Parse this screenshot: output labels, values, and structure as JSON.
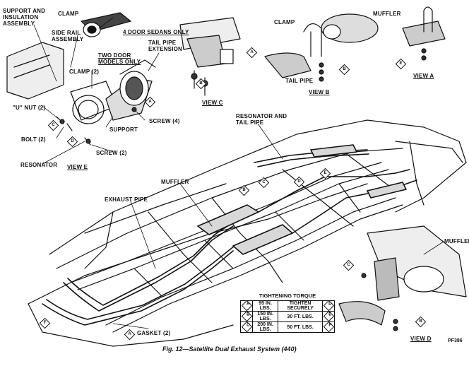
{
  "labels": {
    "support_insulation": "SUPPORT AND\nINSULATION\nASSEMBLY",
    "clamp_top": "CLAMP",
    "side_rail": "SIDE RAIL\nASSEMBLY",
    "four_door": "4 DOOR SEDANS ONLY",
    "two_door": "TWO DOOR\nMODELS ONLY",
    "tail_pipe_ext": "TAIL PIPE\nEXTENSION",
    "clamp2": "CLAMP (2)",
    "u_nut": "\"U\" NUT (2)",
    "support": "SUPPORT",
    "screw4": "SCREW (4)",
    "bolt2": "BOLT (2)",
    "screw2": "SCREW (2)",
    "resonator": "RESONATOR",
    "view_e": "VIEW E",
    "view_c": "VIEW C",
    "clamp_b": "CLAMP",
    "muffler_b": "MUFFLER",
    "tail_pipe_b": "TAIL PIPE",
    "view_b": "VIEW B",
    "view_a": "VIEW A",
    "resonator_tail": "RESONATOR AND\nTAIL PIPE",
    "muffler_main": "MUFFLER",
    "exhaust_pipe": "EXHAUST PIPE",
    "muffler_d": "MUFFLER",
    "view_d": "VIEW D",
    "gasket": "GASKET (2)"
  },
  "torque": {
    "title": "TIGHTENING TORQUE",
    "rows": [
      {
        "left_key": "A",
        "left_val": "95 IN. LBS.",
        "right_val": "TIGHTEN SECURELY",
        "right_key": "D"
      },
      {
        "left_key": "B",
        "left_val": "150 IN. LBS.",
        "right_val": "30 FT. LBS.",
        "right_key": "E"
      },
      {
        "left_key": "C",
        "left_val": "200 IN. LBS.",
        "right_val": "50 FT. LBS.",
        "right_key": "F"
      }
    ]
  },
  "caption": "Fig. 12—Satellite Dual Exhaust System (440)",
  "code": "PF386",
  "callouts": [
    "A",
    "B",
    "C",
    "D",
    "E",
    "F"
  ]
}
